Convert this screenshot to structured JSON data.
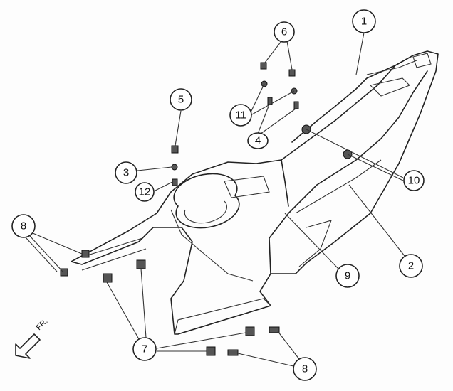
{
  "diagram": {
    "type": "exploded-parts-diagram",
    "callouts": {
      "c1": "1",
      "c2": "2",
      "c3": "3",
      "c4": "4",
      "c5": "5",
      "c6": "6",
      "c7": "7",
      "c8a": "8",
      "c8b": "8",
      "c9": "9",
      "c10": "10",
      "c11": "11",
      "c12": "12"
    },
    "direction_label": "FR."
  }
}
